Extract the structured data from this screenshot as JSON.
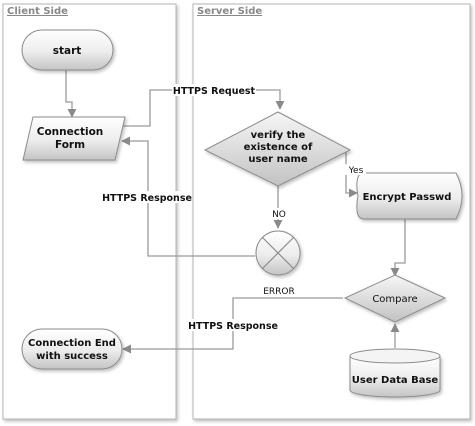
{
  "lanes": {
    "client": "Client Side",
    "server": "Server Side"
  },
  "nodes": {
    "start": "start",
    "connection_form": [
      "Connection",
      "Form"
    ],
    "verify": [
      "verify the",
      "existence of",
      "user name"
    ],
    "encrypt": "Encrypt Passwd",
    "error": "ERROR",
    "compare": "Compare",
    "user_db": "User Data Base",
    "connection_end": [
      "Connection End",
      "with success"
    ]
  },
  "edges": {
    "https_request": "HTTPS Request",
    "https_response_1": "HTTPS Response",
    "https_response_2": "HTTPS Response",
    "yes": "Yes",
    "no": "NO"
  },
  "colors": {
    "node_fill_top": "#ffffff",
    "node_fill_bottom": "#c9c9c9",
    "node_stroke": "#8c8c8c",
    "edge": "#9a9a9a",
    "lane_stroke": "#b5b5b5"
  }
}
